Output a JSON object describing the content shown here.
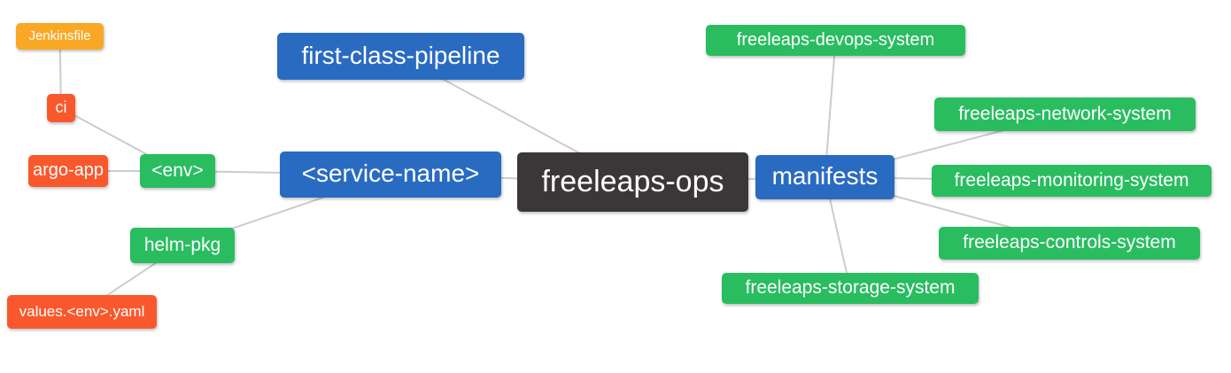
{
  "diagram": {
    "type": "mindmap",
    "background": "#ffffff",
    "edge_color": "#cccccc",
    "edge_width": 2,
    "palette": {
      "blue": "#2a6bc2",
      "green": "#29bd60",
      "red": "#f9582c",
      "orange": "#f9a825",
      "dark": "#3b3738",
      "text": "#ffffff"
    },
    "nodes": [
      {
        "id": "jenkinsfile",
        "label": "Jenkinsfile",
        "color": "orange"
      },
      {
        "id": "ci",
        "label": "ci",
        "color": "red"
      },
      {
        "id": "argo-app",
        "label": "argo-app",
        "color": "red"
      },
      {
        "id": "env",
        "label": "<env>",
        "color": "green"
      },
      {
        "id": "service-name",
        "label": "<service-name>",
        "color": "blue"
      },
      {
        "id": "helm-pkg",
        "label": "helm-pkg",
        "color": "green"
      },
      {
        "id": "values-env-yaml",
        "label": "values.<env>.yaml",
        "color": "red"
      },
      {
        "id": "first-class-pipeline",
        "label": "first-class-pipeline",
        "color": "blue"
      },
      {
        "id": "freeleaps-ops",
        "label": "freeleaps-ops",
        "color": "dark"
      },
      {
        "id": "manifests",
        "label": "manifests",
        "color": "blue"
      },
      {
        "id": "freeleaps-devops-system",
        "label": "freeleaps-devops-system",
        "color": "green"
      },
      {
        "id": "freeleaps-network-system",
        "label": "freeleaps-network-system",
        "color": "green"
      },
      {
        "id": "freeleaps-monitoring-system",
        "label": "freeleaps-monitoring-system",
        "color": "green"
      },
      {
        "id": "freeleaps-controls-system",
        "label": "freeleaps-controls-system",
        "color": "green"
      },
      {
        "id": "freeleaps-storage-system",
        "label": "freeleaps-storage-system",
        "color": "green"
      }
    ],
    "edges": [
      [
        "jenkinsfile",
        "ci"
      ],
      [
        "ci",
        "env"
      ],
      [
        "argo-app",
        "env"
      ],
      [
        "env",
        "service-name"
      ],
      [
        "helm-pkg",
        "service-name"
      ],
      [
        "values-env-yaml",
        "helm-pkg"
      ],
      [
        "service-name",
        "freeleaps-ops"
      ],
      [
        "first-class-pipeline",
        "freeleaps-ops"
      ],
      [
        "freeleaps-ops",
        "manifests"
      ],
      [
        "manifests",
        "freeleaps-devops-system"
      ],
      [
        "manifests",
        "freeleaps-network-system"
      ],
      [
        "manifests",
        "freeleaps-monitoring-system"
      ],
      [
        "manifests",
        "freeleaps-controls-system"
      ],
      [
        "manifests",
        "freeleaps-storage-system"
      ]
    ]
  }
}
